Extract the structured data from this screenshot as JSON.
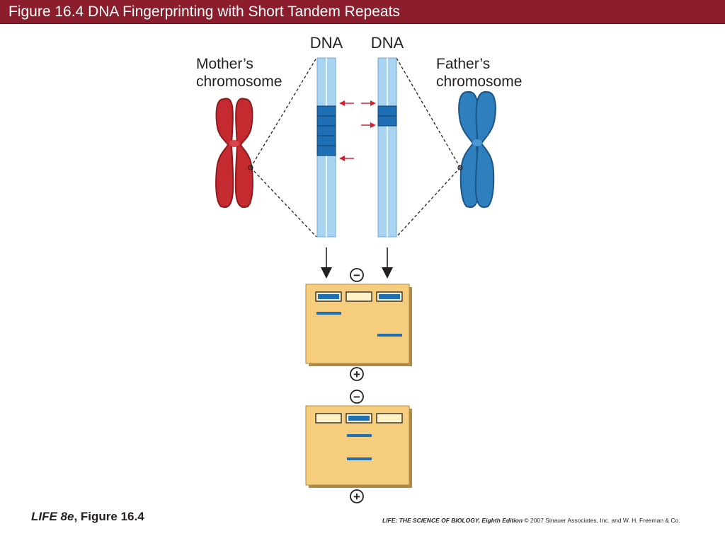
{
  "header": {
    "title": "Figure 16.4 DNA Fingerprinting with Short Tandem Repeats"
  },
  "diagram": {
    "dna_label_left": "DNA",
    "dna_label_right": "DNA",
    "mother_label_line1": "Mother’s",
    "mother_label_line2": "chromosome",
    "father_label_line1": "Father’s",
    "father_label_line2": "chromosome",
    "gel_top_negative": "−",
    "gel_top_positive": "+",
    "gel_bottom_negative": "−",
    "gel_bottom_positive": "+",
    "mother_repeat_count": 5,
    "father_repeat_count": 2,
    "colors": {
      "mother_chromosome": "#c42a30",
      "father_chromosome": "#2f7fbf",
      "dna_strand": "#a8d4f2",
      "repeat_block": "#1f6fb5",
      "arrow": "#d4212f",
      "gel": "#f6cd7c",
      "band": "#1f6fb5"
    }
  },
  "footer": {
    "book_title": "LIFE 8e",
    "figure_ref": ", Figure 16.4",
    "credit_italic": "LIFE: THE SCIENCE OF BIOLOGY, Eighth Edition",
    "credit_text": "  © 2007 Sinauer Associates, Inc. and W. H. Freeman & Co."
  }
}
